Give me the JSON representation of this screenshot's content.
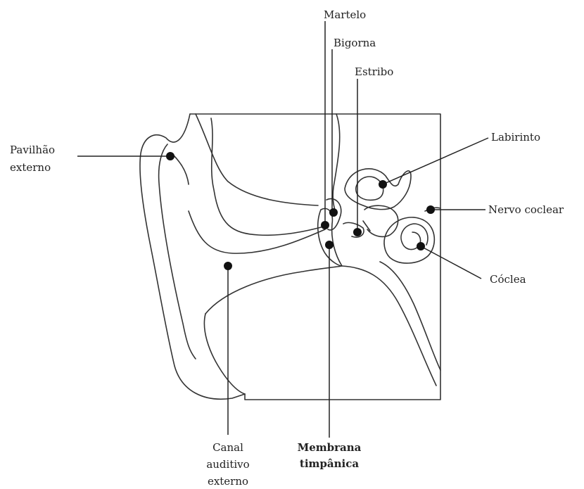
{
  "diagram": {
    "labels": {
      "martelo": "Martelo",
      "bigorna": "Bigorna",
      "estribo": "Estribo",
      "labirinto": "Labirinto",
      "nervo_coclear": "Nervo coclear",
      "coclea": "Cóclea",
      "pavilhao_line1": "Pavilhão",
      "pavilhao_line2": "externo",
      "canal_line1": "Canal",
      "canal_line2": "auditivo",
      "canal_line3": "externo",
      "membrana_line1": "Membrana",
      "membrana_line2": "timpânica"
    }
  }
}
